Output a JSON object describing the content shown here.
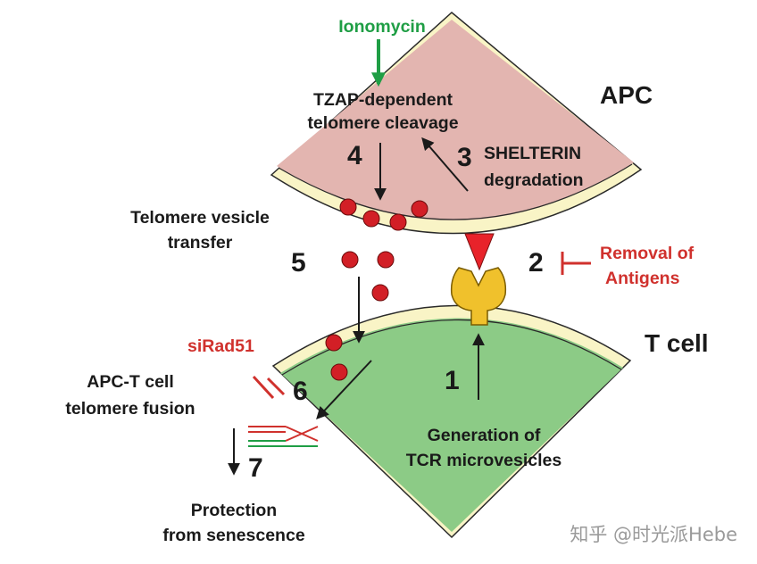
{
  "labels": {
    "ionomycin": "Ionomycin",
    "tzap_line1": "TZAP-dependent",
    "tzap_line2": "telomere cleavage",
    "apc": "APC",
    "shelterin_line1": "SHELTERIN",
    "shelterin_line2": "degradation",
    "vesicle_line1": "Telomere vesicle",
    "vesicle_line2": "transfer",
    "removal_line1": "Removal of",
    "removal_line2": "Antigens",
    "t_cell": "T cell",
    "sirad51": "siRad51",
    "fusion_line1": "APC-T cell",
    "fusion_line2": "telomere fusion",
    "generation_line1": "Generation of",
    "generation_line2": "TCR microvesicles",
    "protection_line1": "Protection",
    "protection_line2": "from senescence"
  },
  "steps": {
    "s1": "1",
    "s2": "2",
    "s3": "3",
    "s4": "4",
    "s5": "5",
    "s6": "6",
    "s7": "7"
  },
  "watermark": "知乎 @时光派Hebe",
  "colors": {
    "apc_fill": "#e3b5b0",
    "tcell_fill": "#8ccb86",
    "membrane": "#f9f4c6",
    "vesicle": "#d21f26",
    "tcr": "#f0c12c",
    "antigen": "#e8232a",
    "inhibit": "#d0312d",
    "activate": "#1f9e45"
  }
}
